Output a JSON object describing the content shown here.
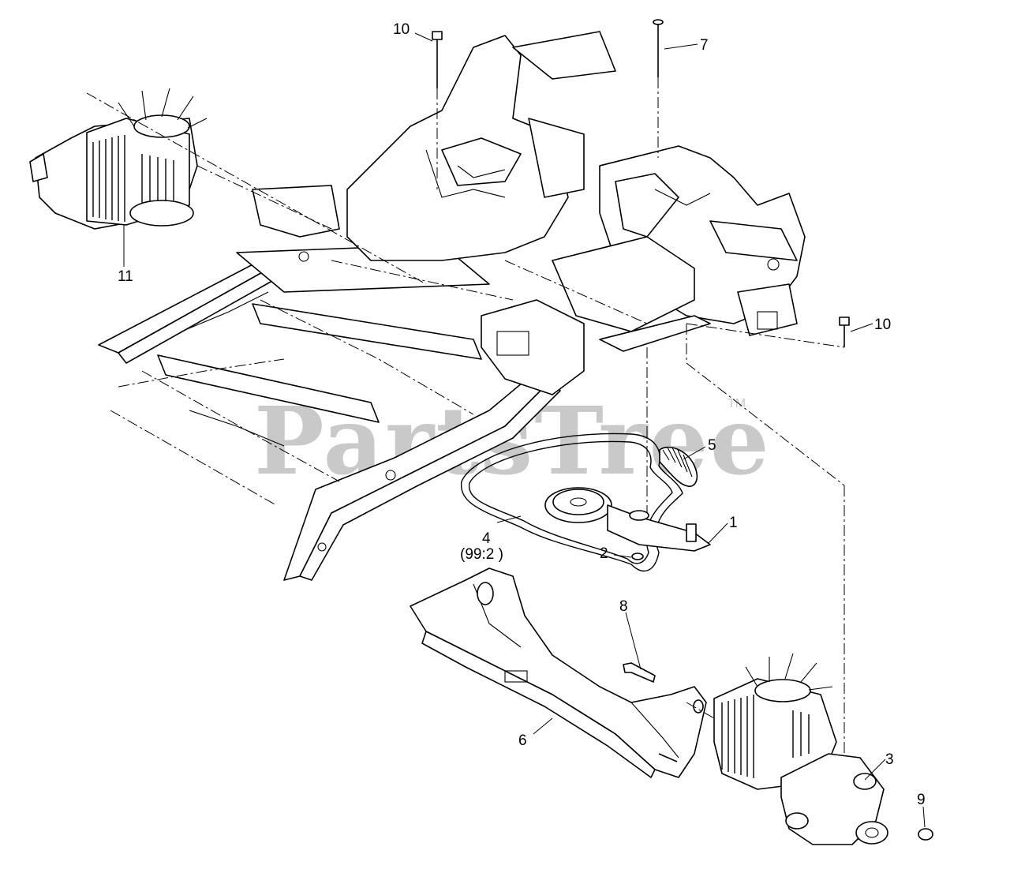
{
  "watermark": {
    "text": "PartsTree",
    "trademark": "TM"
  },
  "callouts": [
    {
      "id": "c10a",
      "label": "10"
    },
    {
      "id": "c7",
      "label": "7"
    },
    {
      "id": "c11",
      "label": "11"
    },
    {
      "id": "c10b",
      "label": "10"
    },
    {
      "id": "c5",
      "label": "5"
    },
    {
      "id": "c1",
      "label": "1"
    },
    {
      "id": "c4",
      "label": "4"
    },
    {
      "id": "c4sub",
      "label": "(99:2 )"
    },
    {
      "id": "c2",
      "label": "2"
    },
    {
      "id": "c8",
      "label": "8"
    },
    {
      "id": "c6",
      "label": "6"
    },
    {
      "id": "c3",
      "label": "3"
    },
    {
      "id": "c9",
      "label": "9"
    }
  ]
}
